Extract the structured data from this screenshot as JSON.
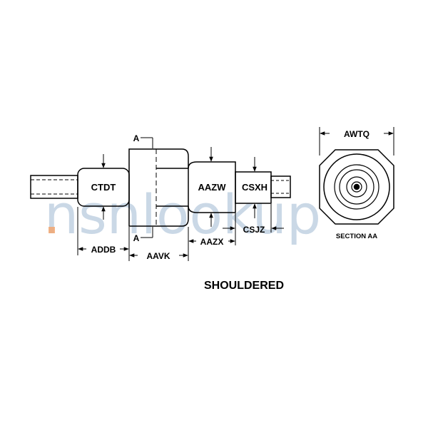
{
  "diagram": {
    "title": "SHOULDERED",
    "section_label": "SECTION AA",
    "section_marker": "A",
    "dimensions": {
      "ctdt": "CTDT",
      "aazw": "AAZW",
      "csxh": "CSXH",
      "addb": "ADDB",
      "aavk": "AAVK",
      "aazx": "AAZX",
      "csjz": "CSJZ",
      "awtq": "AWTQ"
    }
  },
  "watermark": {
    "text": "nsnlookup",
    "dot_color": "#f4a46a",
    "text_color": "#9fb9d3"
  },
  "colors": {
    "line": "#000000",
    "background": "#ffffff"
  }
}
